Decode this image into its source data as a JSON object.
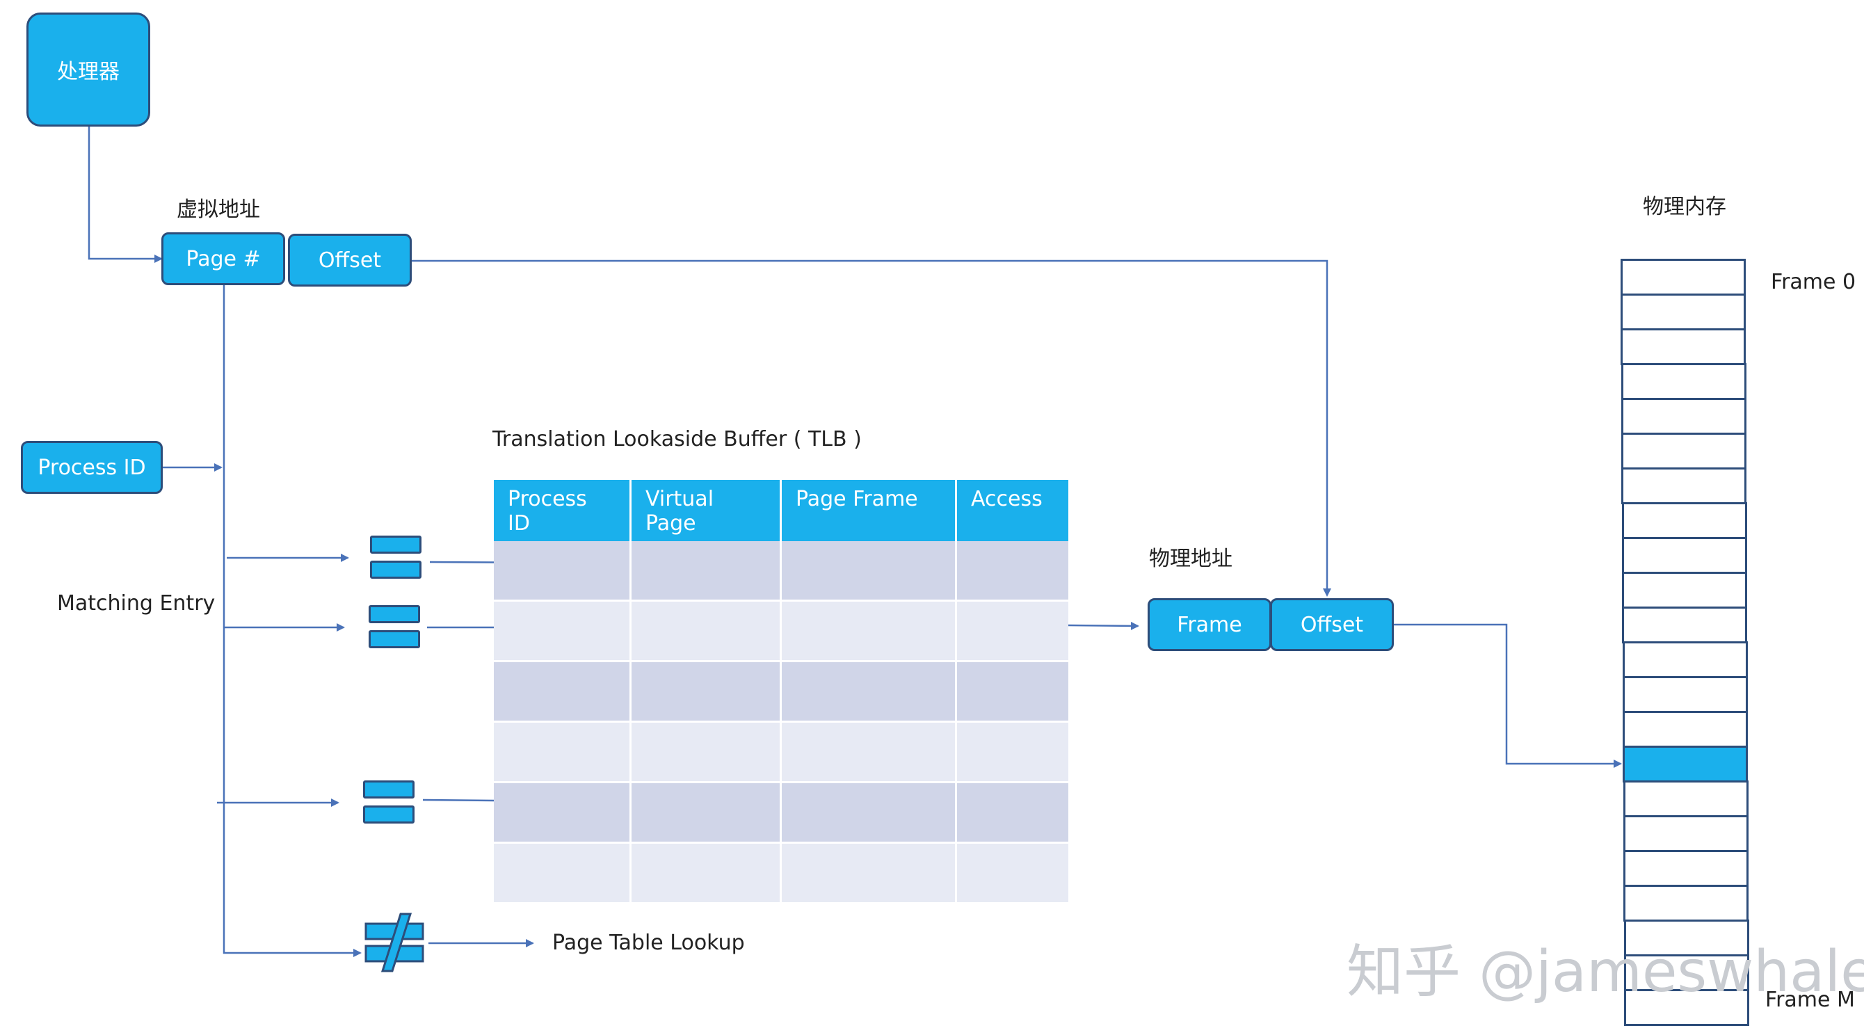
{
  "processor": {
    "label": "处理器"
  },
  "virtual_address": {
    "title": "虚拟地址",
    "page_label": "Page #",
    "offset_label": "Offset"
  },
  "process_id_box": {
    "label": "Process ID"
  },
  "matching_entry": {
    "label": "Matching Entry"
  },
  "tlb": {
    "title": "Translation Lookaside Buffer ( TLB )",
    "columns": [
      "Process ID",
      "Virtual Page",
      "Page Frame",
      "Access"
    ],
    "row_count": 6
  },
  "comparators": [
    {
      "symbol": "equals"
    },
    {
      "symbol": "equals"
    },
    {
      "symbol": "equals"
    },
    {
      "symbol": "not-equals"
    }
  ],
  "page_table_lookup": {
    "label": "Page Table Lookup"
  },
  "physical_address": {
    "title": "物理地址",
    "frame_label": "Frame",
    "offset_label": "Offset"
  },
  "physical_memory": {
    "title": "物理内存",
    "first_frame_label": "Frame 0",
    "last_frame_label": "Frame M",
    "cell_count": 22,
    "highlighted_index": 14
  },
  "watermark": {
    "text": "知乎 @jameswhale"
  },
  "colors": {
    "box_fill": "#1ab0ec",
    "box_border": "#2d4d7a",
    "arrow": "#4a72b8",
    "row_dark": "#d0d5e8",
    "row_light": "#e7eaf4"
  }
}
